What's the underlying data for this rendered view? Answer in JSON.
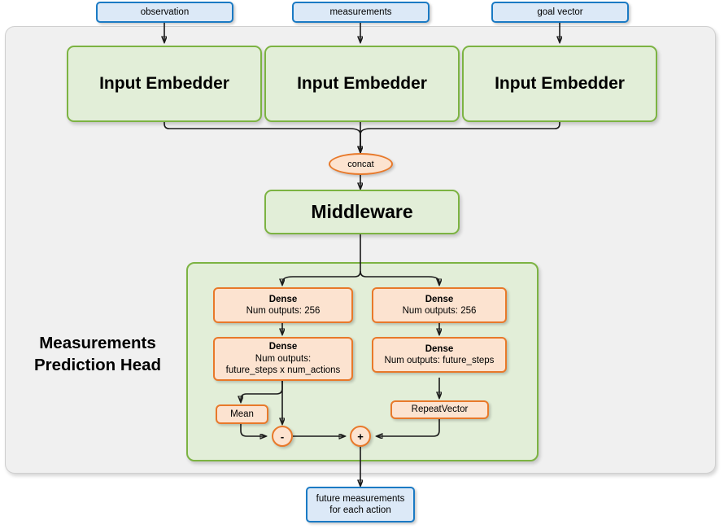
{
  "diagram": {
    "title": "Measurements Prediction Head",
    "head_label_line1": "Measurements",
    "head_label_line2": "Prediction Head",
    "colors": {
      "panel_bg": "#f0f0f0",
      "panel_border": "#cfcfcf",
      "green_fill": "#e2eed8",
      "green_border": "#7cb342",
      "orange_fill": "#fce3d0",
      "orange_border": "#e8792a",
      "blue_fill": "#dce9f7",
      "blue_border": "#1a7ac4",
      "edge": "#1a1a1a"
    }
  },
  "inputs": [
    {
      "label": "observation"
    },
    {
      "label": "measurements"
    },
    {
      "label": "goal vector"
    }
  ],
  "embedders": [
    {
      "label": "Input Embedder"
    },
    {
      "label": "Input Embedder"
    },
    {
      "label": "Input Embedder"
    }
  ],
  "concat": {
    "label": "concat"
  },
  "middleware": {
    "label": "Middleware"
  },
  "head": {
    "left_branch": {
      "dense1": {
        "line1": "Dense",
        "line2": "Num outputs: 256"
      },
      "dense2": {
        "line1": "Dense",
        "line2": "Num outputs:",
        "line3": "future_steps x num_actions"
      },
      "mean": {
        "label": "Mean"
      }
    },
    "right_branch": {
      "dense1": {
        "line1": "Dense",
        "line2": "Num outputs: 256"
      },
      "dense2": {
        "line1": "Dense",
        "line2": "Num outputs: future_steps"
      },
      "repeat_vector": {
        "label": "RepeatVector"
      }
    },
    "operators": [
      {
        "symbol": "-",
        "name": "subtract"
      },
      {
        "symbol": "+",
        "name": "add"
      }
    ]
  },
  "output": {
    "line1": "future measurements",
    "line2": "for each action"
  }
}
